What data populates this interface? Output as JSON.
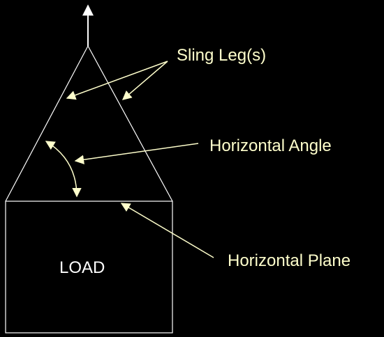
{
  "diagram": {
    "labels": {
      "sling_legs": "Sling Leg(s)",
      "horizontal_angle": "Horizontal Angle",
      "horizontal_plane": "Horizontal Plane",
      "load": "LOAD"
    },
    "colors": {
      "background": "#000000",
      "outline": "#FFFFFF",
      "annotation": "#FFFFCC"
    }
  }
}
